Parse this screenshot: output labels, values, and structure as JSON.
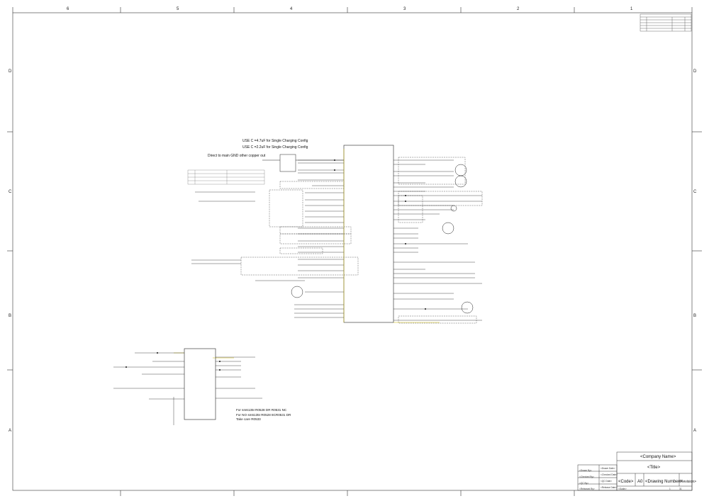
{
  "sheet": {
    "zone_columns": [
      "6",
      "5",
      "4",
      "3",
      "2",
      "1"
    ],
    "zone_rows": [
      "D",
      "C",
      "B",
      "A"
    ]
  },
  "notes": {
    "cap_47": "USE C =4.7uF for Single Charging Config",
    "cap_22": "USE C =2.2uF for Single Charging Config",
    "gnd": "Direct to main GND other copper out",
    "lower_1": "For sm6135I R0528 DR R0531 NC",
    "lower_2": "For NO sm6135I R0528 8CR0531 DR",
    "lower_3": "Take care R0533"
  },
  "title_block": {
    "company": "<Company Name>",
    "title": "<Title>",
    "code": "<Code>",
    "size": "A0",
    "drawing_number": "<Drawing Number>",
    "revision": "<Revision>",
    "drawn_by": "<Drawn By>",
    "drawn_date": "<Drawn Date>",
    "checked_by": "<Checked By>",
    "checked_date": "<Checked Date>",
    "qc_by": "<QC By>",
    "qc_date": "<QC Date>",
    "released_by": "<Released By>",
    "released_date": "<Release Date>",
    "scale": "<Scale>",
    "sheet": "1",
    "of": "31"
  },
  "colors": {
    "wire": "#1a1a1a",
    "net_label": "#1b1bb0",
    "bus": "#c8b400",
    "border": "#333333"
  }
}
